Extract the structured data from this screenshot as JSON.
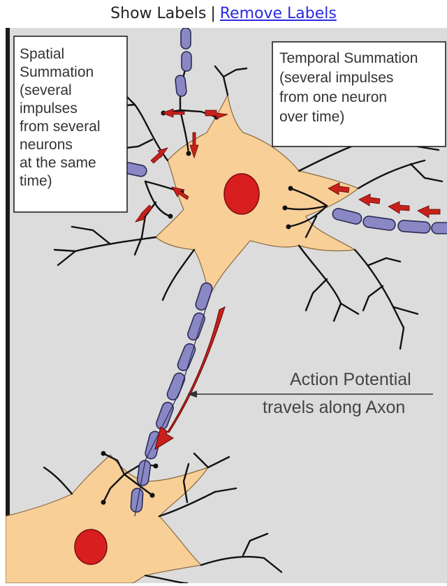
{
  "toolbar": {
    "show_label": "Show Labels",
    "separator": "|",
    "remove_label": "Remove Labels"
  },
  "labels": {
    "spatial": [
      "Spatial",
      "Summation",
      "(several",
      "impulses",
      "from several",
      "neurons",
      "at the same",
      "time)"
    ],
    "temporal": [
      "Temporal Summation",
      "(several impulses",
      "from one neuron",
      "over time)"
    ],
    "action": [
      "Action Potential",
      "travels along Axon"
    ]
  },
  "colors": {
    "background": "#dcdcdc",
    "soma": "#f8cf97",
    "nucleus": "#d81e1e",
    "myelin": "#8a88c4",
    "arrow": "#c8201a",
    "dendrite": "#111111"
  }
}
